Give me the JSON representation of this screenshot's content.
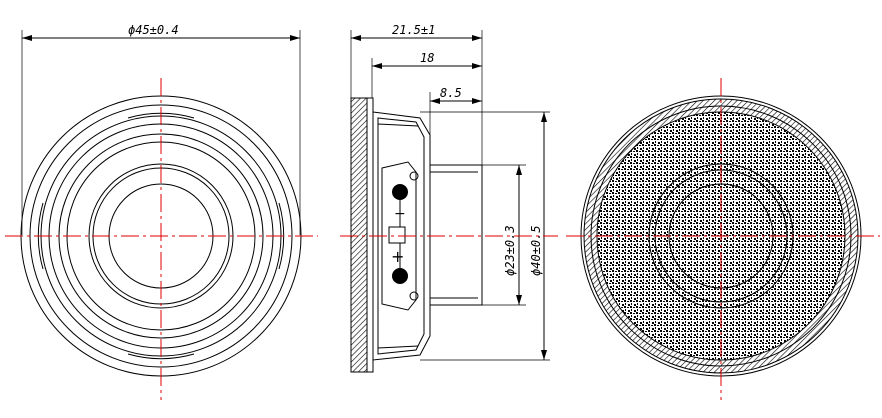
{
  "dimensions": {
    "outer_diameter": "ϕ45±0.4",
    "total_depth": "21.5±1",
    "depth_18": "18",
    "depth_8_5": "8.5",
    "magnet_diameter": "ϕ23±0.3",
    "frame_diameter": "ϕ40±0.5"
  },
  "colors": {
    "centerline": "#e00000",
    "line": "#000000"
  },
  "terminal_marks": {
    "plus": "+",
    "minus": "−"
  }
}
